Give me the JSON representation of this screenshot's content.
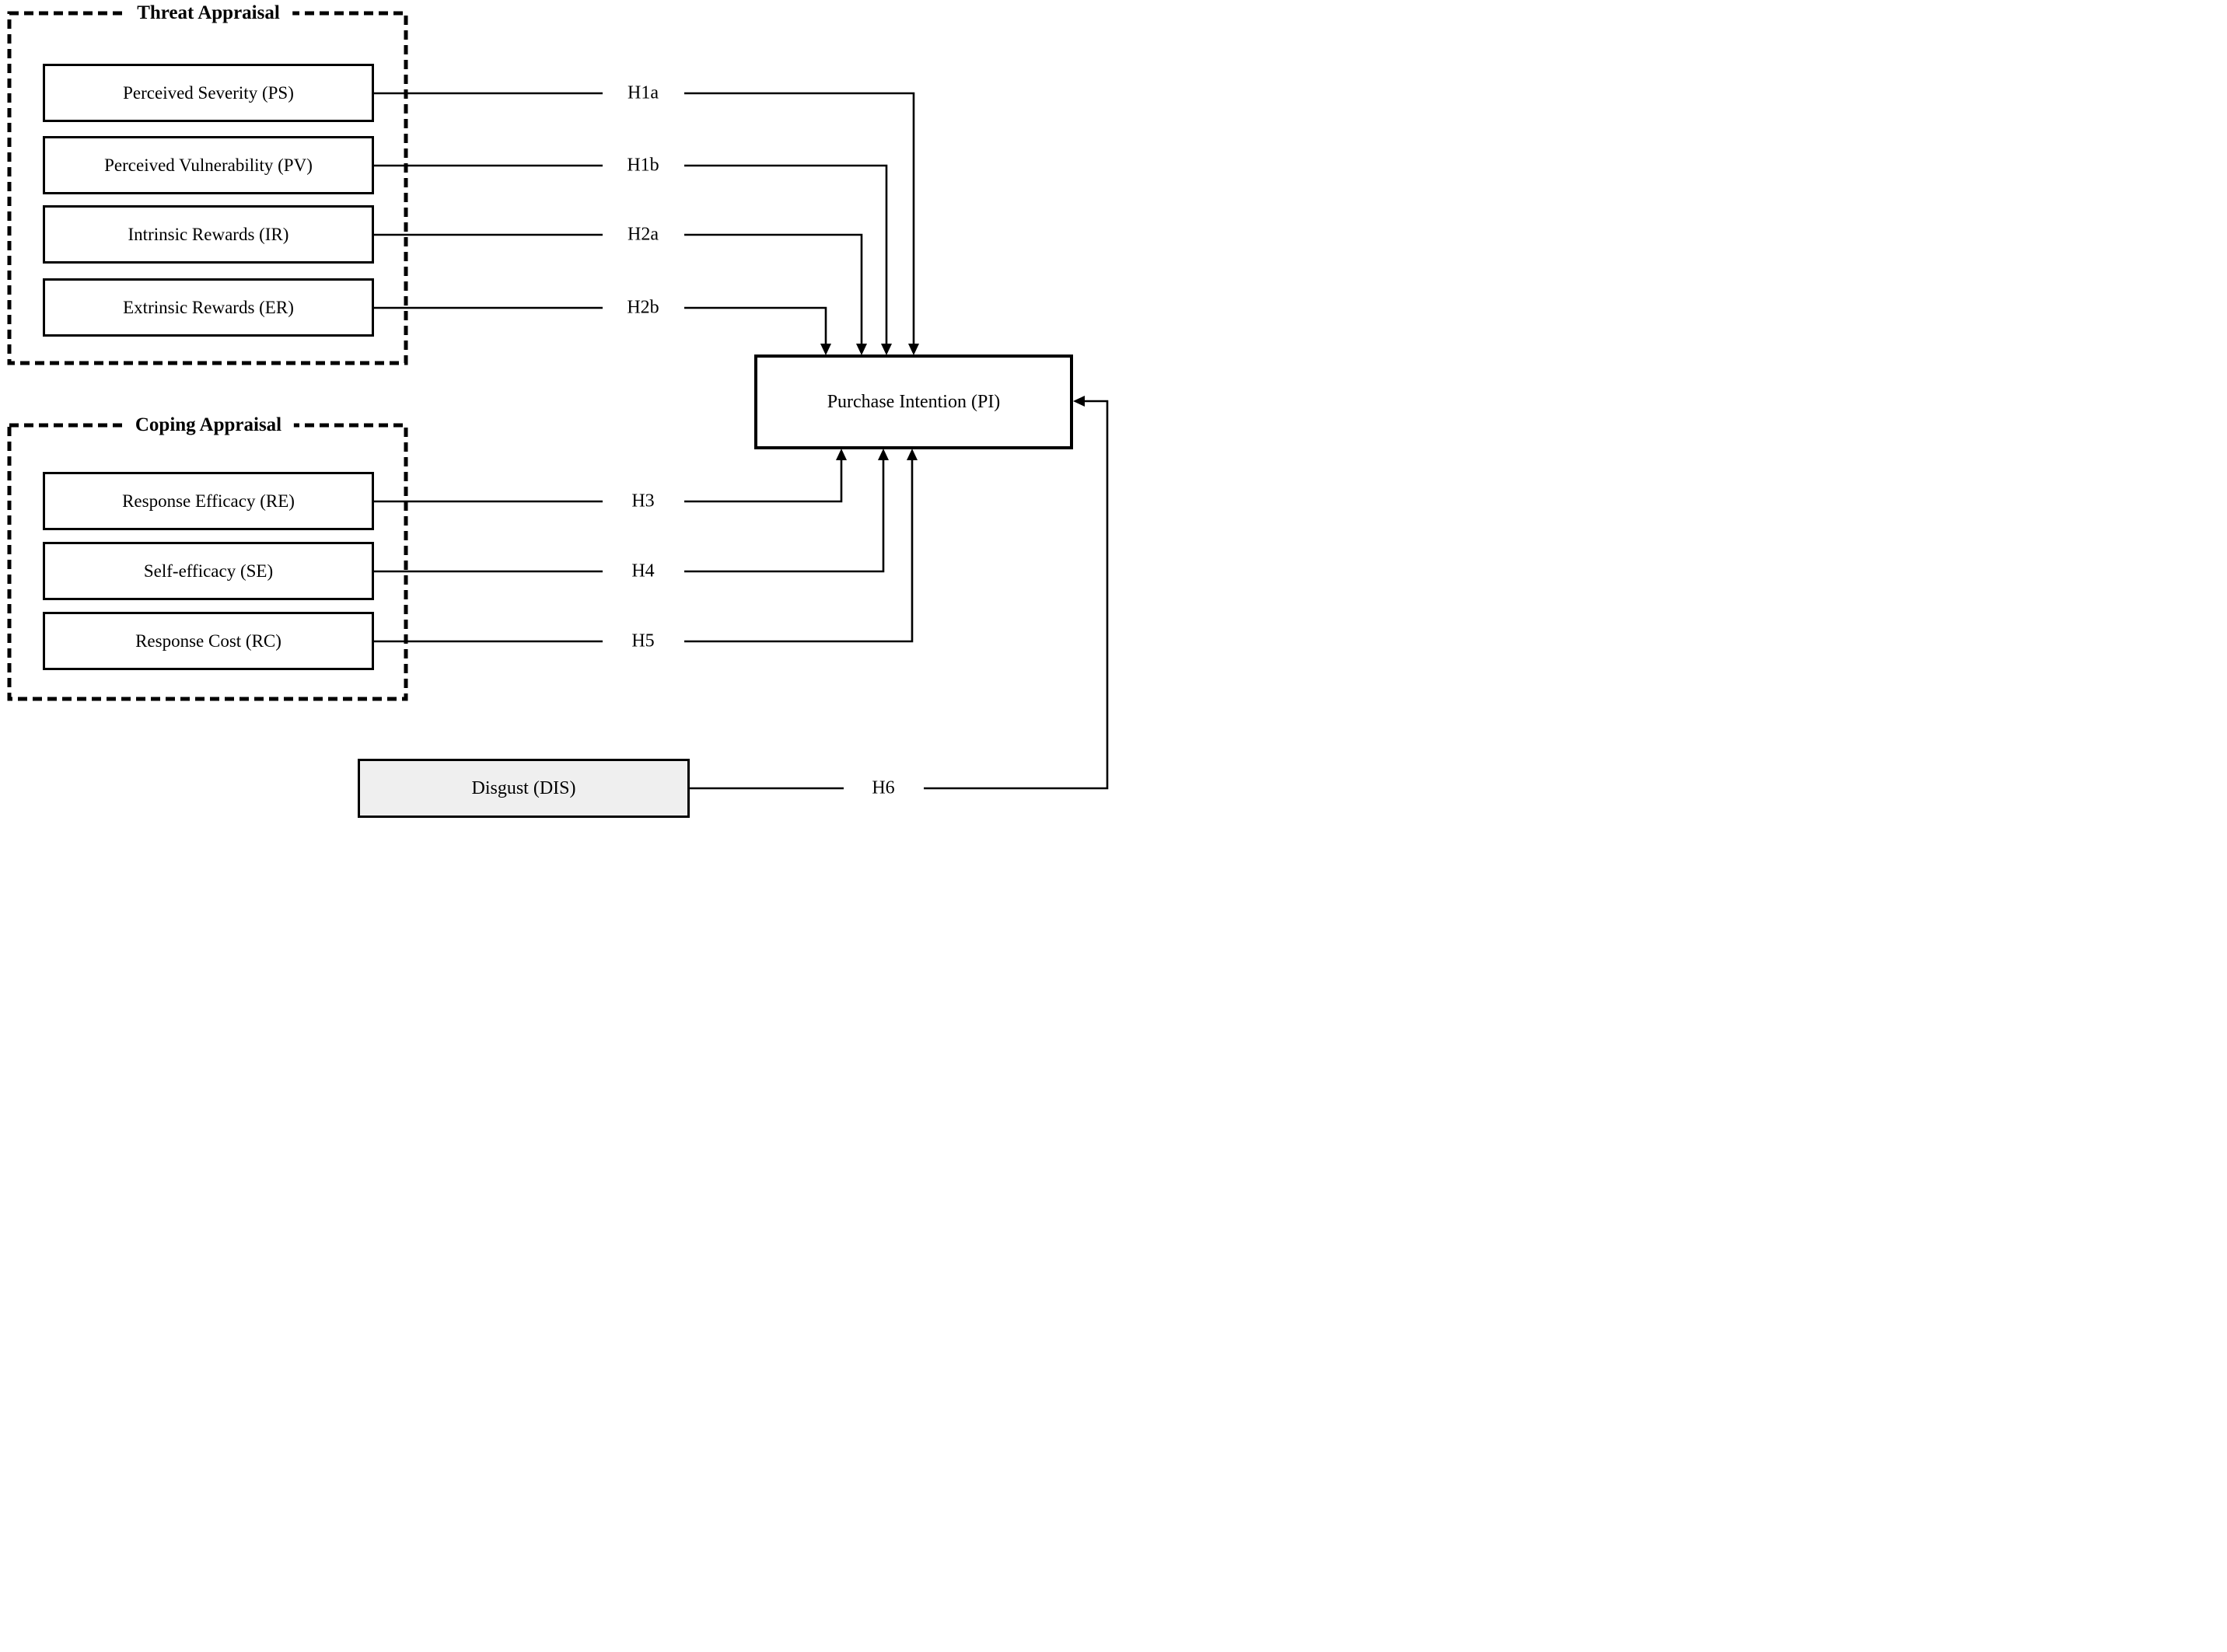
{
  "figure": {
    "type": "research-model-diagram",
    "background_color": "#ffffff",
    "line_color": "#000000",
    "moderator_fill_color": "#efefef"
  },
  "groups": {
    "threat": {
      "title": "Threat Appraisal",
      "items": [
        {
          "label": "Perceived Severity (PS)"
        },
        {
          "label": "Perceived Vulnerability (PV)"
        },
        {
          "label": "Intrinsic Rewards (IR)"
        },
        {
          "label": "Extrinsic Rewards (ER)"
        }
      ]
    },
    "coping": {
      "title": "Coping Appraisal",
      "items": [
        {
          "label": "Response Efficacy (RE)"
        },
        {
          "label": "Self-efficacy (SE)"
        },
        {
          "label": "Response Cost (RC)"
        }
      ]
    }
  },
  "outcome": {
    "label": "Purchase Intention (PI)"
  },
  "moderator": {
    "label": "Disgust (DIS)"
  },
  "hypotheses": [
    {
      "label": "H1a",
      "from": "Perceived Severity (PS)",
      "to": "Purchase Intention (PI)"
    },
    {
      "label": "H1b",
      "from": "Perceived Vulnerability (PV)",
      "to": "Purchase Intention (PI)"
    },
    {
      "label": "H2a",
      "from": "Intrinsic Rewards (IR)",
      "to": "Purchase Intention (PI)"
    },
    {
      "label": "H2b",
      "from": "Extrinsic Rewards (ER)",
      "to": "Purchase Intention (PI)"
    },
    {
      "label": "H3",
      "from": "Response Efficacy (RE)",
      "to": "Purchase Intention (PI)"
    },
    {
      "label": "H4",
      "from": "Self-efficacy (SE)",
      "to": "Purchase Intention (PI)"
    },
    {
      "label": "H5",
      "from": "Response Cost (RC)",
      "to": "Purchase Intention (PI)"
    },
    {
      "label": "H6",
      "from": "Disgust (DIS)",
      "to": "Purchase Intention (PI)"
    }
  ]
}
